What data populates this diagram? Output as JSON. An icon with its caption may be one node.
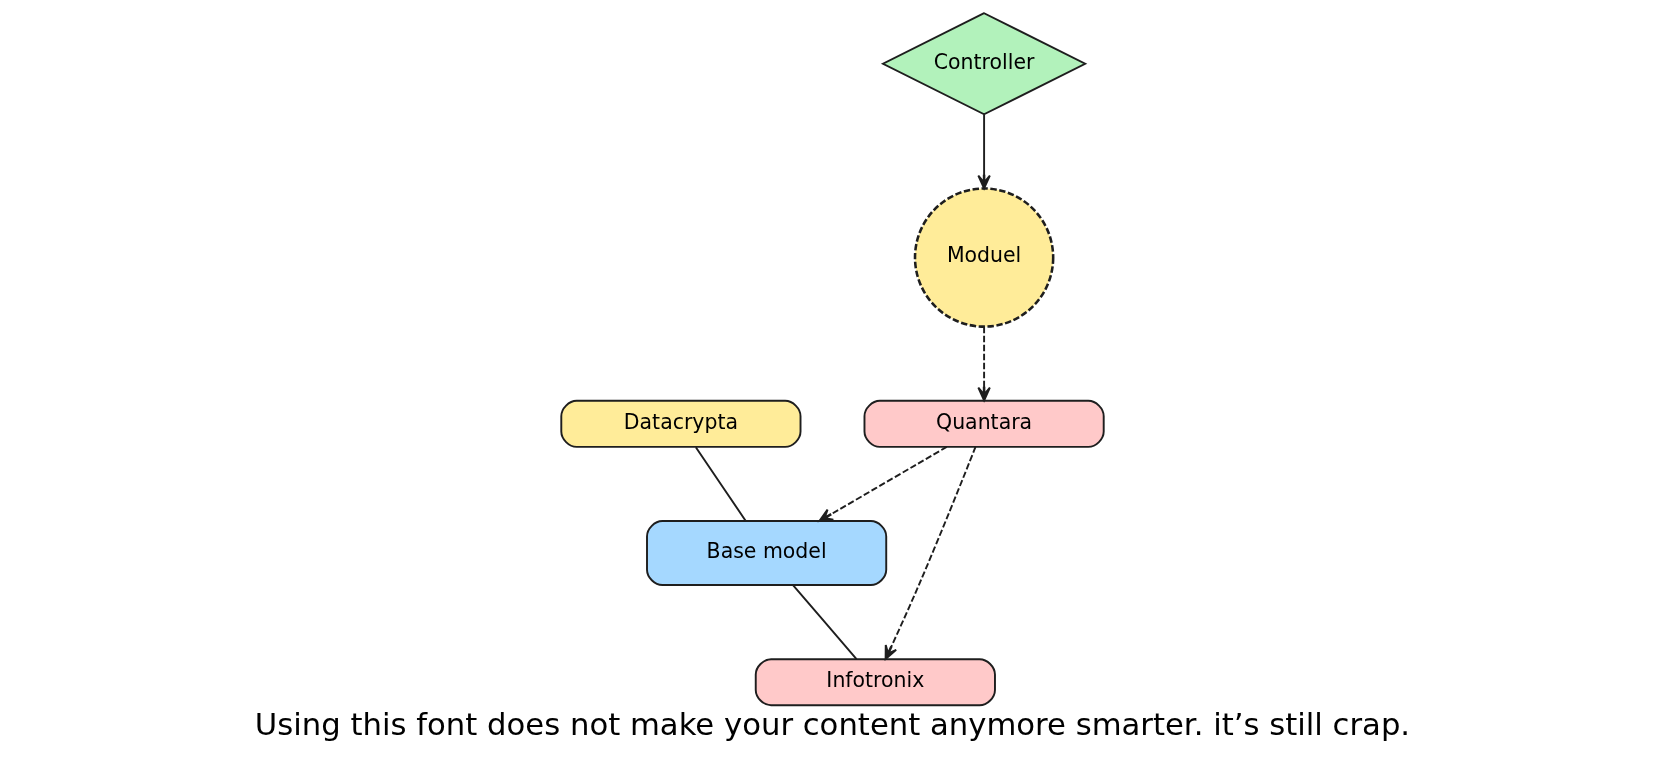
{
  "diagram": {
    "caption": "Using this font does not make your content anymore smarter. it’s still crap.",
    "nodes": [
      {
        "text": [
          "Quantara"
        ]
      },
      {
        "text": [
          "Moduel"
        ]
      },
      {
        "text": [
          "Controller"
        ]
      },
      {
        "text": [
          "Datacrypta"
        ]
      },
      {
        "text": [
          "Base model"
        ]
      },
      {
        "text": [
          "Infotronix"
        ]
      }
    ],
    "edges": [
      {
        "from": 2,
        "to": 1,
        "arrow": "to"
      },
      {
        "from": 1,
        "to": 0,
        "arrow": "to",
        "style": "dashed"
      },
      {
        "from": 0,
        "to": 4,
        "arrow": "to",
        "style": "dashed"
      },
      {
        "from": 0,
        "to": 5,
        "arrow": "to",
        "style": "dashed"
      },
      {
        "from": 3,
        "to": 4,
        "arrow": "none"
      },
      {
        "from": 4,
        "to": 5,
        "arrow": "none"
      }
    ]
  }
}
